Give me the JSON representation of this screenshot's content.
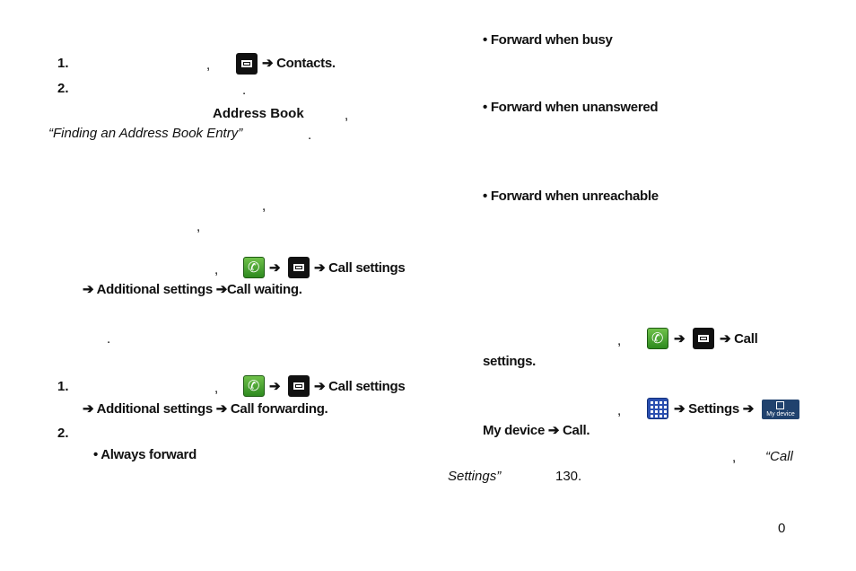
{
  "left": {
    "step1_num": "1.",
    "comma1": ",",
    "arrow_contacts": "➔ Contacts.",
    "step2_num": "2.",
    "period1": ".",
    "address_book": "Address Book",
    "comma2": ",",
    "finding_ref": "“Finding an Address Book Entry”",
    "period2": ".",
    "comma3": ",",
    "comma4": ",",
    "comma5": ",",
    "arrow_call_settings": "➔ Call settings",
    "add_settings_waiting": "➔ Additional settings ➔Call waiting.",
    "period3": ".",
    "fwd_step1_num": "1.",
    "comma6": ",",
    "arrow_call_settings_2": "➔ Call settings",
    "add_settings_forwarding": "➔ Additional settings ➔ Call forwarding.",
    "fwd_step2_num": "2.",
    "always_forward": "• Always forward"
  },
  "right": {
    "fwd_busy": "• Forward when busy",
    "fwd_unanswered": "• Forward when unanswered",
    "fwd_unreachable": "• Forward when unreachable",
    "comma7": ",",
    "arrow_call": "➔ Call",
    "settings_period": "settings.",
    "comma8": ",",
    "arrow_settings": "➔ Settings ➔",
    "my_device_call": "My device ➔ Call.",
    "comma9": ",",
    "call_quote": "“Call",
    "settings_quote": "Settings”",
    "page_ref": "130."
  },
  "icons": {
    "menu": "menu-key-icon",
    "phone": "phone-app-icon",
    "apps": "apps-grid-icon",
    "my_device_label": "My device"
  },
  "page_number": "0"
}
